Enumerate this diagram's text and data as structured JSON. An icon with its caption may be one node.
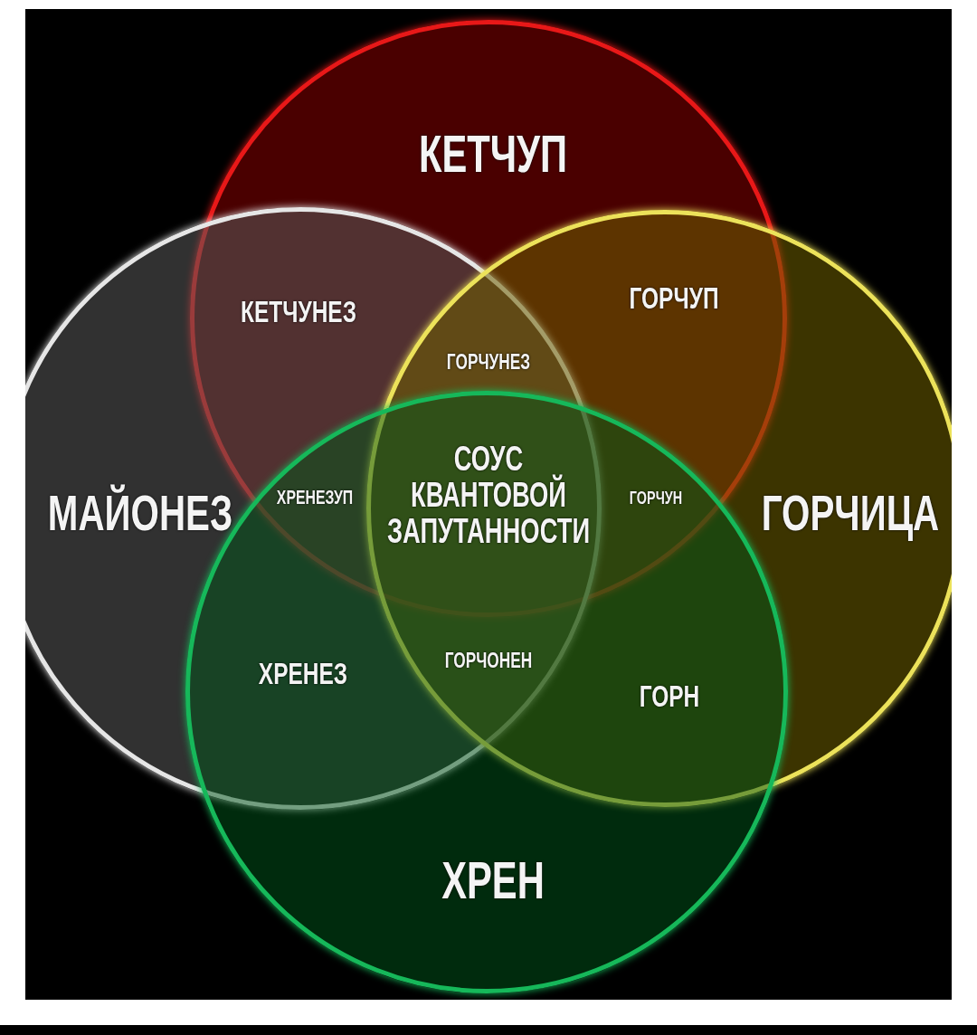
{
  "diagram": {
    "nodes": [
      {
        "text": [
          "КЕТЧУП"
        ]
      },
      {
        "text": [
          "МАЙОНЕЗ"
        ]
      },
      {
        "text": [
          "ГОРЧИЦА"
        ]
      },
      {
        "text": [
          "ХРЕН"
        ]
      }
    ],
    "labels": [
      "КЕТЧУНЕЗ",
      "ГОРЧУП",
      "ГОРЧУНЕЗ",
      "СОУС КВАНТОВОЙ ЗАПУТАННОСТИ",
      "ХРЕНЕЗУП",
      "ГОРЧУН",
      "ХРЕНЕЗ",
      "ГОРЧОНЕН",
      "ГОРН"
    ]
  }
}
